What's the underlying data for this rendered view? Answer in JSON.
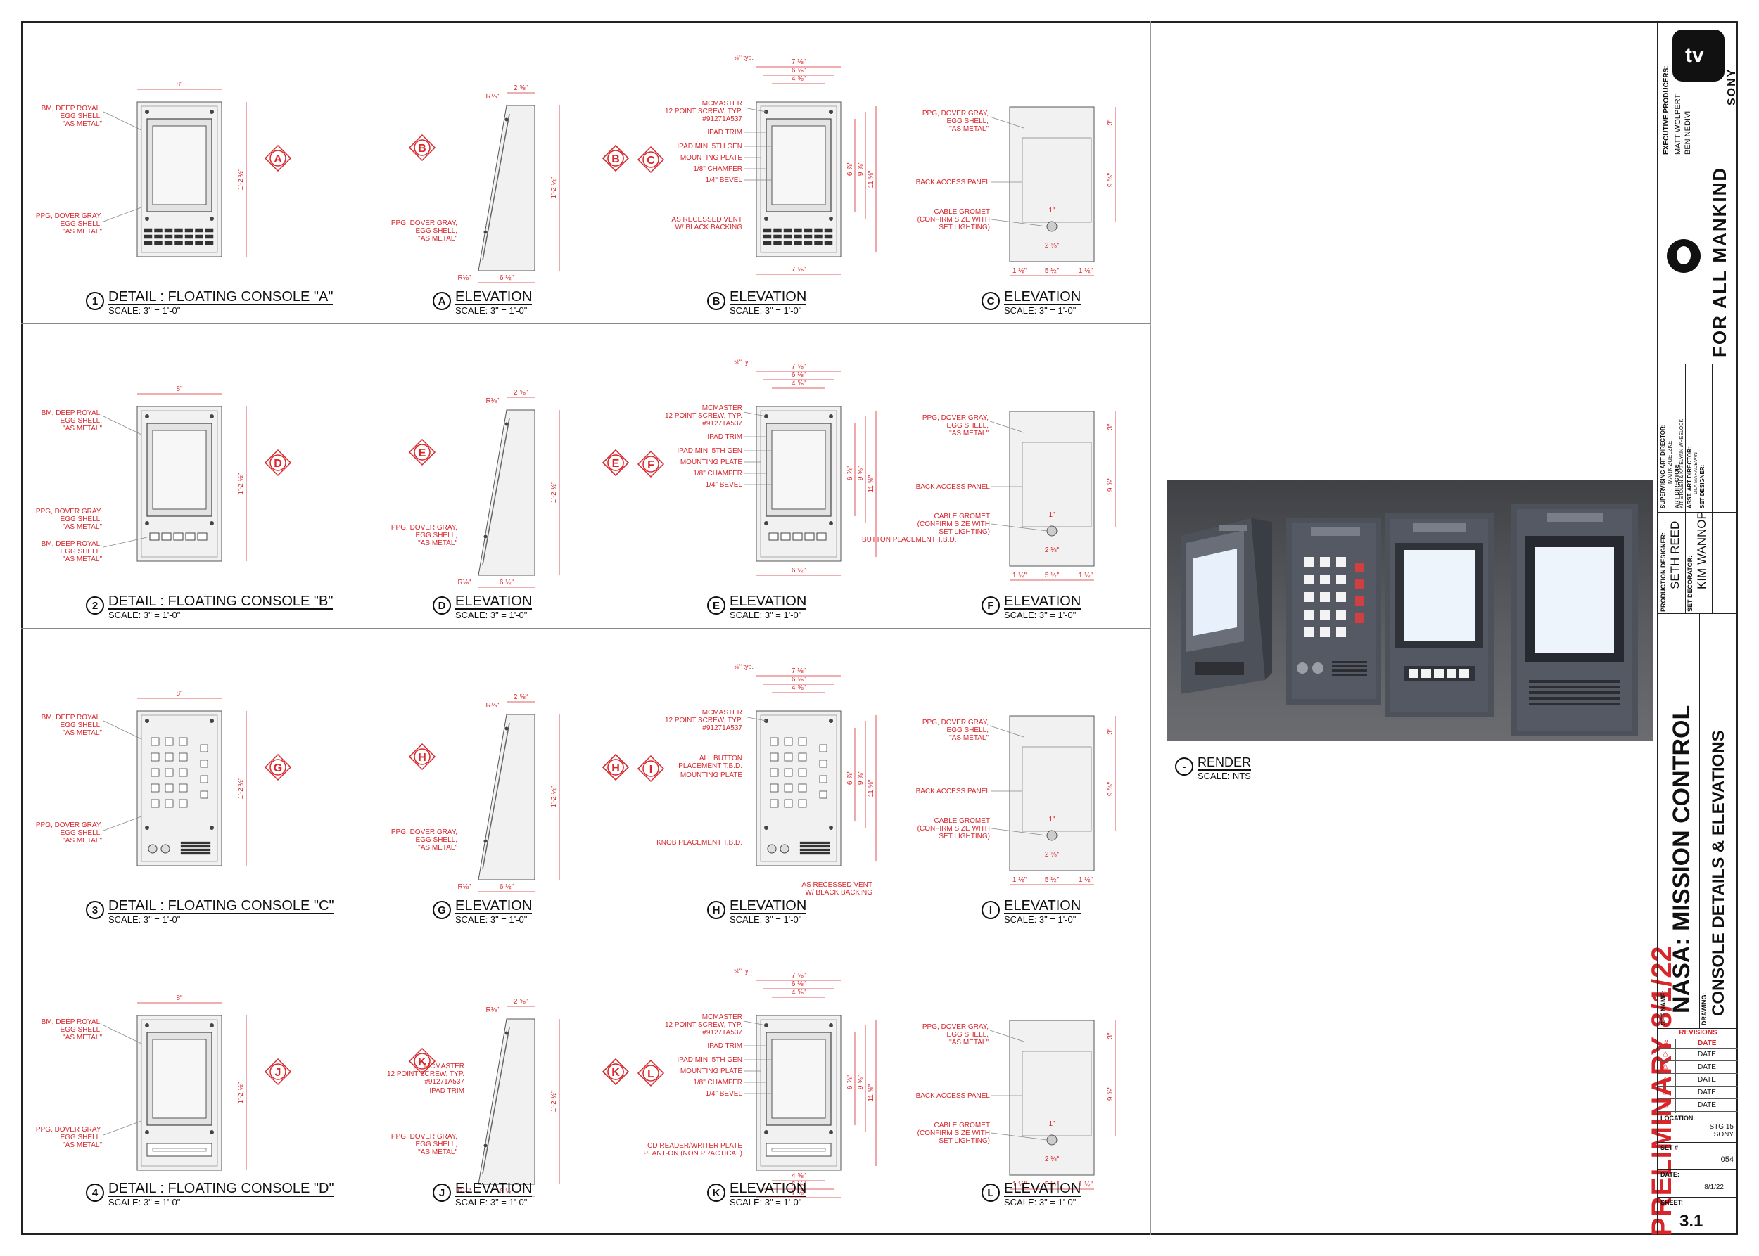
{
  "colors": {
    "dimension": "#d8262b",
    "line": "#222222",
    "panel_fill": "#f1f1f1",
    "render_bg": "#4a4c50"
  },
  "details": [
    {
      "num": "1",
      "title": "DETAIL : FLOATING CONSOLE \"A\"",
      "scale": "SCALE: 3\" = 1'-0\""
    },
    {
      "num": "2",
      "title": "DETAIL : FLOATING CONSOLE \"B\"",
      "scale": "SCALE: 3\" = 1'-0\""
    },
    {
      "num": "3",
      "title": "DETAIL : FLOATING CONSOLE \"C\"",
      "scale": "SCALE: 3\" = 1'-0\""
    },
    {
      "num": "4",
      "title": "DETAIL : FLOATING CONSOLE \"D\"",
      "scale": "SCALE: 3\" = 1'-0\""
    }
  ],
  "elevations": [
    [
      "A",
      "B",
      "C"
    ],
    [
      "D",
      "E",
      "F"
    ],
    [
      "G",
      "H",
      "I"
    ],
    [
      "J",
      "K",
      "L"
    ]
  ],
  "elevation_title": "ELEVATION",
  "elevation_scale": "SCALE: 3\" = 1'-0\"",
  "callouts": {
    "bm": [
      "BM, DEEP ROYAL,",
      "EGG SHELL,",
      "\"AS METAL\""
    ],
    "ppg": [
      "PPG, DOVER GRAY,",
      "EGG SHELL,",
      "\"AS METAL\""
    ],
    "mcmaster": [
      "MCMASTER",
      "12 POINT SCREW, TYP.",
      "#91271A537"
    ],
    "ipad_trim": "IPAD TRIM",
    "ipad_mini": "IPAD MINI 5TH GEN",
    "mounting_plate": "MOUNTING PLATE",
    "chamfer": "1/8\" CHAMFER",
    "bevel": "1/4\" BEVEL",
    "vent": [
      "AS RECESSED VENT",
      "W/ BLACK BACKING"
    ],
    "back_panel": "BACK ACCESS PANEL",
    "cable": [
      "CABLE GROMET",
      "(CONFIRM SIZE WITH",
      "SET LIGHTING)"
    ],
    "button_tbd": "BUTTON PLACEMENT T.B.D.",
    "all_button": [
      "ALL BUTTON",
      "PLACEMENT T.B.D."
    ],
    "knob": "KNOB PLACEMENT T.B.D.",
    "cd": [
      "CD READER/WRITER PLATE",
      "PLANT-ON (NON PRACTICAL)"
    ]
  },
  "dims": {
    "w8": "8\"",
    "h": "1'-2 ½\"",
    "d6": "6 ½\"",
    "d2": "2 ⅝\"",
    "r": "R⅛\"",
    "w7": "7 ⅛\"",
    "w6": "6 ⅛\"",
    "w4": "4 ⅝\"",
    "typ": "⅛\" typ.",
    "b5": "5 ½\"",
    "b1": "1 ½\"",
    "h9": "9 ⅝\"",
    "h3": "3\"",
    "g1": "1\"",
    "g2": "2 ⅛\"",
    "h11": "11 ⅝\"",
    "h6": "6 ⅞\""
  },
  "render": {
    "title": "RENDER",
    "scale": "SCALE: NTS",
    "symbol": "-"
  },
  "title_block": {
    "exec_label": "EXECUTIVE PRODUCERS:",
    "exec_names": [
      "MATT WOLPERT",
      "BEN NEDIVI"
    ],
    "show": "FOR ALL MANKIND",
    "network": "tv",
    "studio": "SONY",
    "sup_label": "SUPERVISING ART DIRECTOR:",
    "sup_name": "MARK ZUELZKE",
    "ad_label": "ART DIRECTOR:",
    "ad_name": "KIT STOLEN & KATELYNN WHEELOCK",
    "asst_label": "ASST. ART DIRECTOR:",
    "asst_name": "LILA MAHADEVAN",
    "setdes_label": "SET DESIGNER:",
    "pd_label": "PRODUCTION DESIGNER:",
    "pd_name": "SETH REED",
    "dec_label": "SET DECORATOR:",
    "dec_name": "KIM WANNOP",
    "setname_label": "SET NAME:",
    "setname": "NASA: MISSION CONTROL",
    "drawing_label": "DRAWING:",
    "drawing": "CONSOLE DETAILS & ELEVATIONS",
    "revisions_label": "REVISIONS",
    "rev_hash": "#",
    "rev_date_label": "DATE",
    "revisions": [
      "DATE",
      "DATE",
      "DATE",
      "DATE",
      "DATE"
    ],
    "location_label": "LOCATION:",
    "location": [
      "STG 15",
      "SONY"
    ],
    "setnum_label": "SET #",
    "setnum": "054",
    "date_label": "DATE:",
    "date": "8/1/22",
    "sheet_label": "SHEET:",
    "sheet": "3.1"
  },
  "stamp": "PRELIMINARY 8/1/22"
}
